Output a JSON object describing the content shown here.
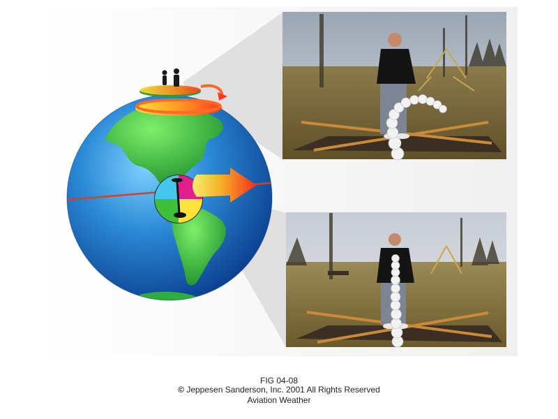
{
  "caption": {
    "figure_number": "FIG 04-08",
    "copyright_symbol": "©",
    "copyright": "Jeppesen Sanderson, Inc. 2001 All Rights Reserved",
    "subject": "Aviation Weather"
  },
  "illustration": {
    "top_photo": "merry-go-round ball throw near North Pole (curved path)",
    "bottom_photo": "merry-go-round ball throw near Equator (straight path)"
  },
  "colors": {
    "ocean": "#2a7fd0",
    "land": "#2fae3a",
    "equator": "#d8401f",
    "arrow_start": "#ffe23a",
    "arrow_end": "#ff2a18"
  }
}
